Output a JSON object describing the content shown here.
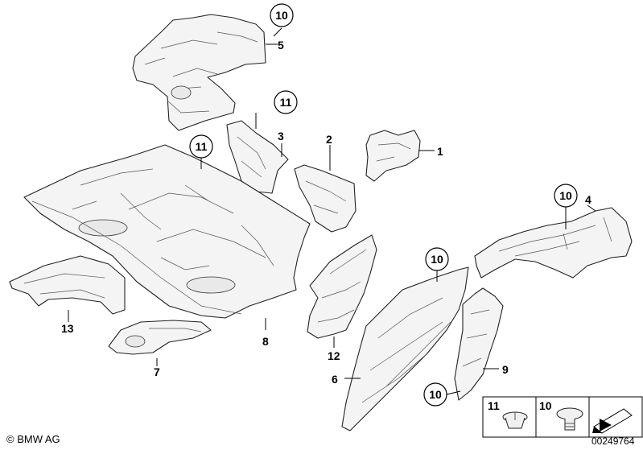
{
  "labels": {
    "p1": "1",
    "p2": "2",
    "p3": "3",
    "p4": "4",
    "p5": "5",
    "p6": "6",
    "p7": "7",
    "p8": "8",
    "p9": "9",
    "p12": "12",
    "p13": "13",
    "c10a": "10",
    "c11a": "11",
    "c11b": "11",
    "c10b": "10",
    "c10c": "10",
    "c10d": "10"
  },
  "legend": {
    "item11": "11",
    "item10": "10"
  },
  "footer": {
    "copyright": "© BMW AG",
    "ref": "00249764"
  }
}
